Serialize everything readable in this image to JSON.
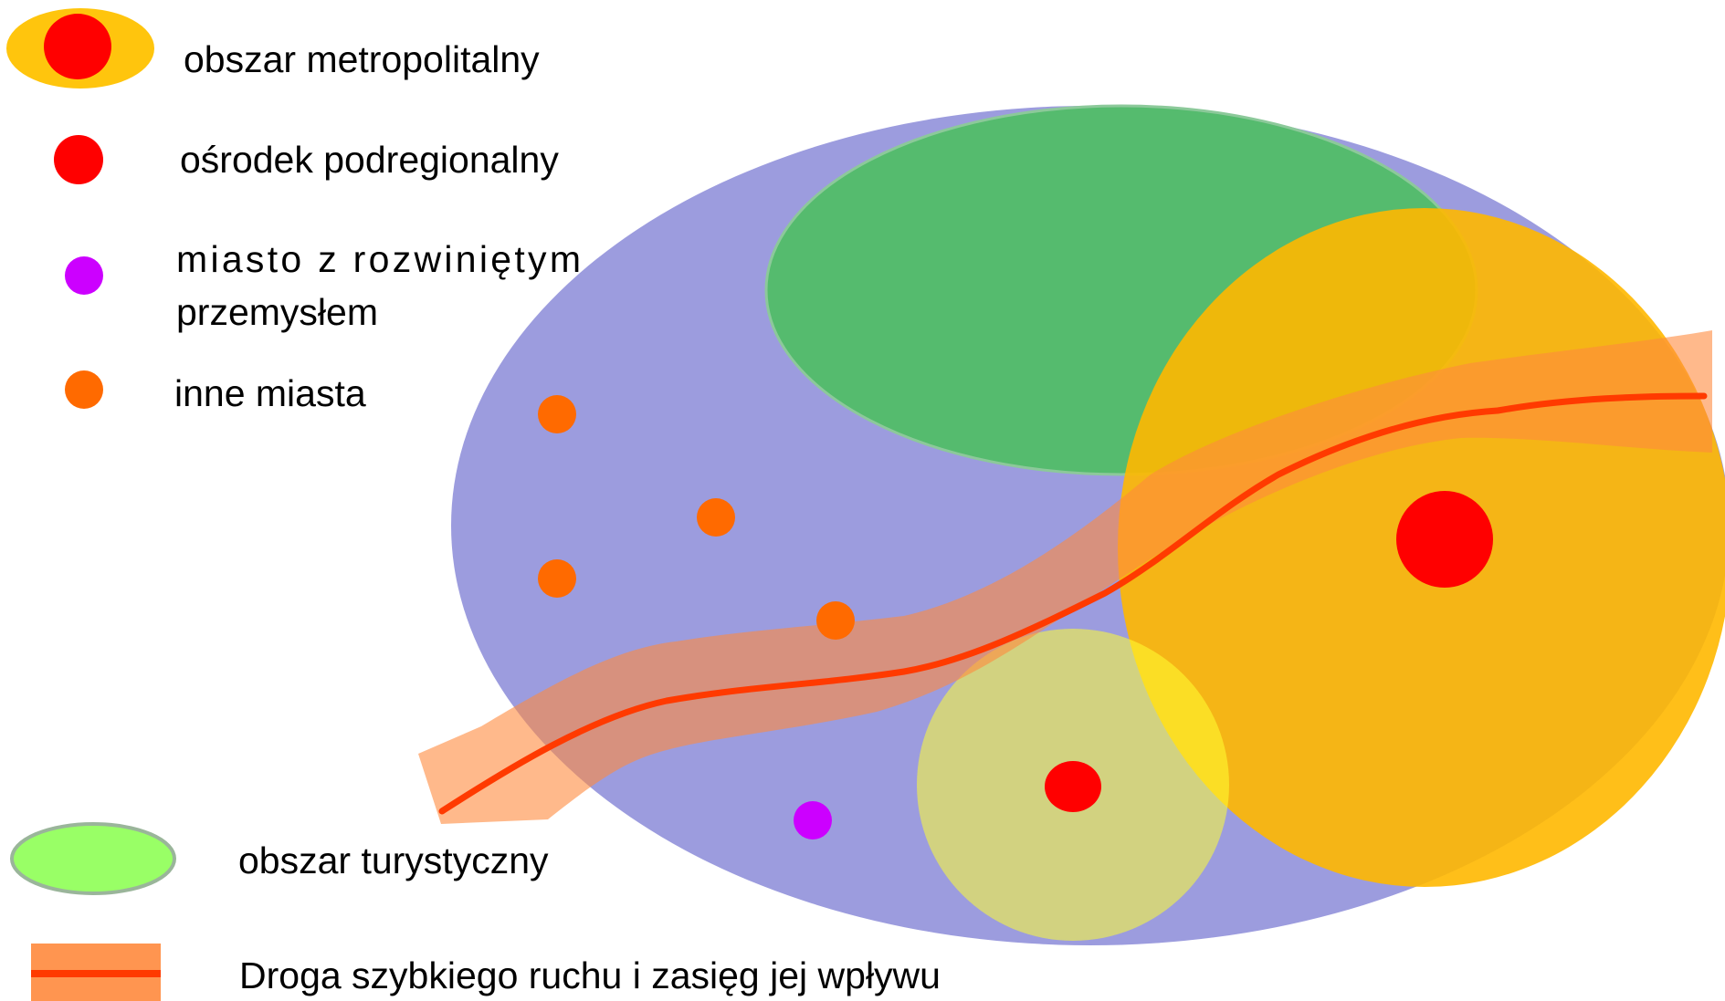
{
  "legend": {
    "metropolitan": {
      "label": "obszar metropolitalny"
    },
    "subregional": {
      "label": "ośrodek podregionalny"
    },
    "industrial": {
      "label_line1": "miasto z rozwiniętym",
      "label_line2": "przemysłem"
    },
    "other_towns": {
      "label": "inne miasta"
    },
    "tourist": {
      "label": "obszar turystyczny"
    },
    "expressway": {
      "label": "Droga szybkiego ruchu i zasięg jej wpływu"
    }
  },
  "colors": {
    "region": "#9c9cde",
    "tourist_area": "#55bb6e",
    "tourist_legend": "#99ff66",
    "metropolitan_area": "#f2b415",
    "subregional_area": "#d5d65d",
    "road_buffer": "#ff8a3d",
    "road_line": "#ff3a00",
    "center": "#ff0000",
    "industrial_town": "#cc00ff",
    "other_town": "#ff6a00"
  },
  "icons": {
    "metropolitan": "red-dot-in-yellow-ellipse-icon",
    "subregional": "red-dot-icon",
    "industrial": "purple-dot-icon",
    "other_towns": "orange-dot-icon",
    "tourist": "green-ellipse-icon",
    "expressway": "orange-band-with-red-line-icon"
  }
}
